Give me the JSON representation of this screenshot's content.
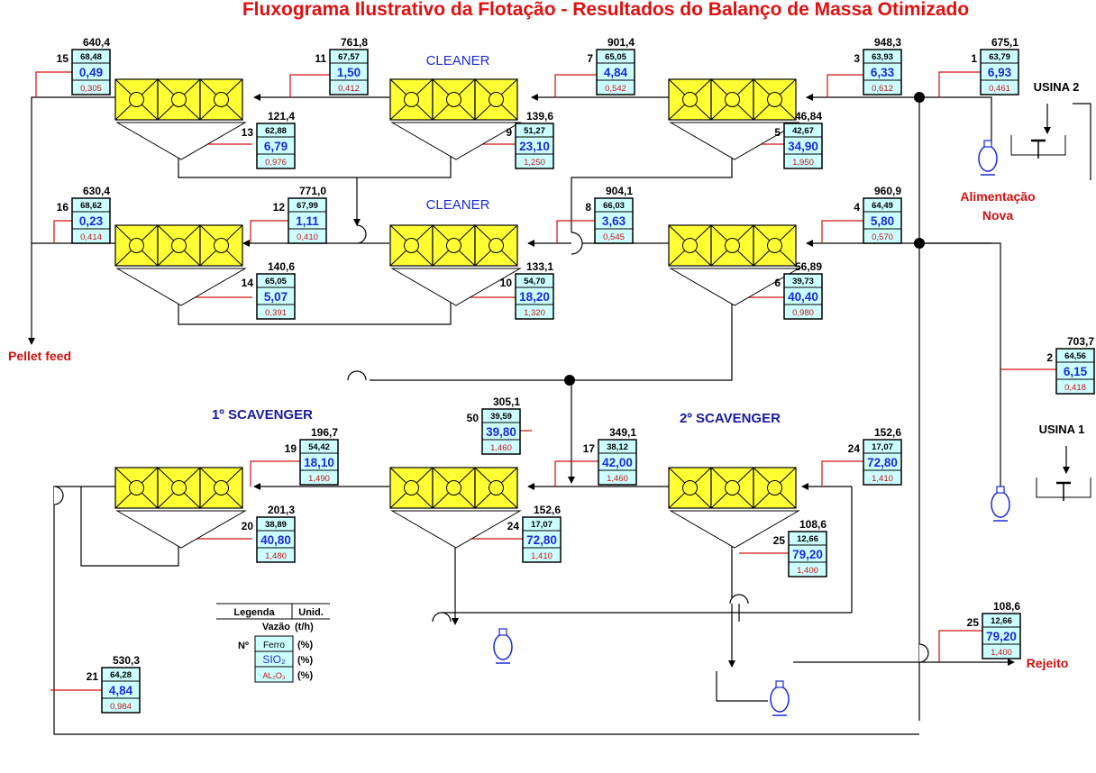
{
  "title": "Fluxograma Ilustrativo da Flotação - Resultados do Balanço de Massa Otimizado",
  "labels": {
    "cleaner_top": "CLEANER",
    "cleaner_mid": "CLEANER",
    "scav1": "1º SCAVENGER",
    "scav2": "2º SCAVENGER",
    "usina2": "USINA 2",
    "usina1": "USINA 1",
    "alimentacao_1": "Alimentação",
    "alimentacao_2": "Nova",
    "pellet_feed": "Pellet feed",
    "rejeito": "Rejeito"
  },
  "streams": [
    {
      "no": "15",
      "flow": "640,4",
      "fe": "68,48",
      "sio2": "0,49",
      "al2o3": "0,305"
    },
    {
      "no": "11",
      "flow": "761,8",
      "fe": "67,57",
      "sio2": "1,50",
      "al2o3": "0,412"
    },
    {
      "no": "7",
      "flow": "901,4",
      "fe": "65,05",
      "sio2": "4,84",
      "al2o3": "0,542"
    },
    {
      "no": "3",
      "flow": "948,3",
      "fe": "63,93",
      "sio2": "6,33",
      "al2o3": "0,612"
    },
    {
      "no": "1",
      "flow": "675,1",
      "fe": "63,79",
      "sio2": "6,93",
      "al2o3": "0,461"
    },
    {
      "no": "13",
      "flow": "121,4",
      "fe": "62,88",
      "sio2": "6,79",
      "al2o3": "0,976"
    },
    {
      "no": "9",
      "flow": "139,6",
      "fe": "51,27",
      "sio2": "23,10",
      "al2o3": "1,250"
    },
    {
      "no": "5",
      "flow": "46,84",
      "fe": "42,67",
      "sio2": "34,90",
      "al2o3": "1,950"
    },
    {
      "no": "16",
      "flow": "630,4",
      "fe": "68,62",
      "sio2": "0,23",
      "al2o3": "0,414"
    },
    {
      "no": "12",
      "flow": "771,0",
      "fe": "67,99",
      "sio2": "1,11",
      "al2o3": "0,410"
    },
    {
      "no": "8",
      "flow": "904,1",
      "fe": "66,03",
      "sio2": "3,63",
      "al2o3": "0,545"
    },
    {
      "no": "4",
      "flow": "960,9",
      "fe": "64,49",
      "sio2": "5,80",
      "al2o3": "0,570"
    },
    {
      "no": "14",
      "flow": "140,6",
      "fe": "65,05",
      "sio2": "5,07",
      "al2o3": "0,391"
    },
    {
      "no": "10",
      "flow": "133,1",
      "fe": "54,70",
      "sio2": "18,20",
      "al2o3": "1,320"
    },
    {
      "no": "6",
      "flow": "56,89",
      "fe": "39,73",
      "sio2": "40,40",
      "al2o3": "0,980"
    },
    {
      "no": "2",
      "flow": "703,7",
      "fe": "64,56",
      "sio2": "6,15",
      "al2o3": "0,418"
    },
    {
      "no": "50",
      "flow": "305,1",
      "fe": "39,59",
      "sio2": "39,80",
      "al2o3": "1,460"
    },
    {
      "no": "19",
      "flow": "196,7",
      "fe": "54,42",
      "sio2": "18,10",
      "al2o3": "1,490"
    },
    {
      "no": "17",
      "flow": "349,1",
      "fe": "38,12",
      "sio2": "42,00",
      "al2o3": "1,460"
    },
    {
      "no": "24",
      "flow": "152,6",
      "fe": "17,07",
      "sio2": "72,80",
      "al2o3": "1,410"
    },
    {
      "no": "20",
      "flow": "201,3",
      "fe": "38,89",
      "sio2": "40,80",
      "al2o3": "1,480"
    },
    {
      "no": "24",
      "flow": "152,6",
      "fe": "17,07",
      "sio2": "72,80",
      "al2o3": "1,410"
    },
    {
      "no": "25",
      "flow": "108,6",
      "fe": "12,66",
      "sio2": "79,20",
      "al2o3": "1,400"
    },
    {
      "no": "25",
      "flow": "108,6",
      "fe": "12,66",
      "sio2": "79,20",
      "al2o3": "1,400"
    },
    {
      "no": "21",
      "flow": "530,3",
      "fe": "64,28",
      "sio2": "4,84",
      "al2o3": "0,984"
    }
  ],
  "legend": {
    "header_left": "Legenda",
    "header_right": "Unid.",
    "flow_label": "Vazão",
    "flow_unit": "(t/h)",
    "no_label": "Nº",
    "fe_label": "Ferro",
    "sio2_label": "SIO₂",
    "al2o3_label": "AL₂O₃",
    "pct": "(%)"
  },
  "colors": {
    "title": "#e01010",
    "cell_fill": "#ffff33",
    "box_fill": "#ccffff",
    "sio2_text": "#1a2ad8",
    "al2o3_text": "#d01010",
    "callout_line": "#d01010"
  }
}
